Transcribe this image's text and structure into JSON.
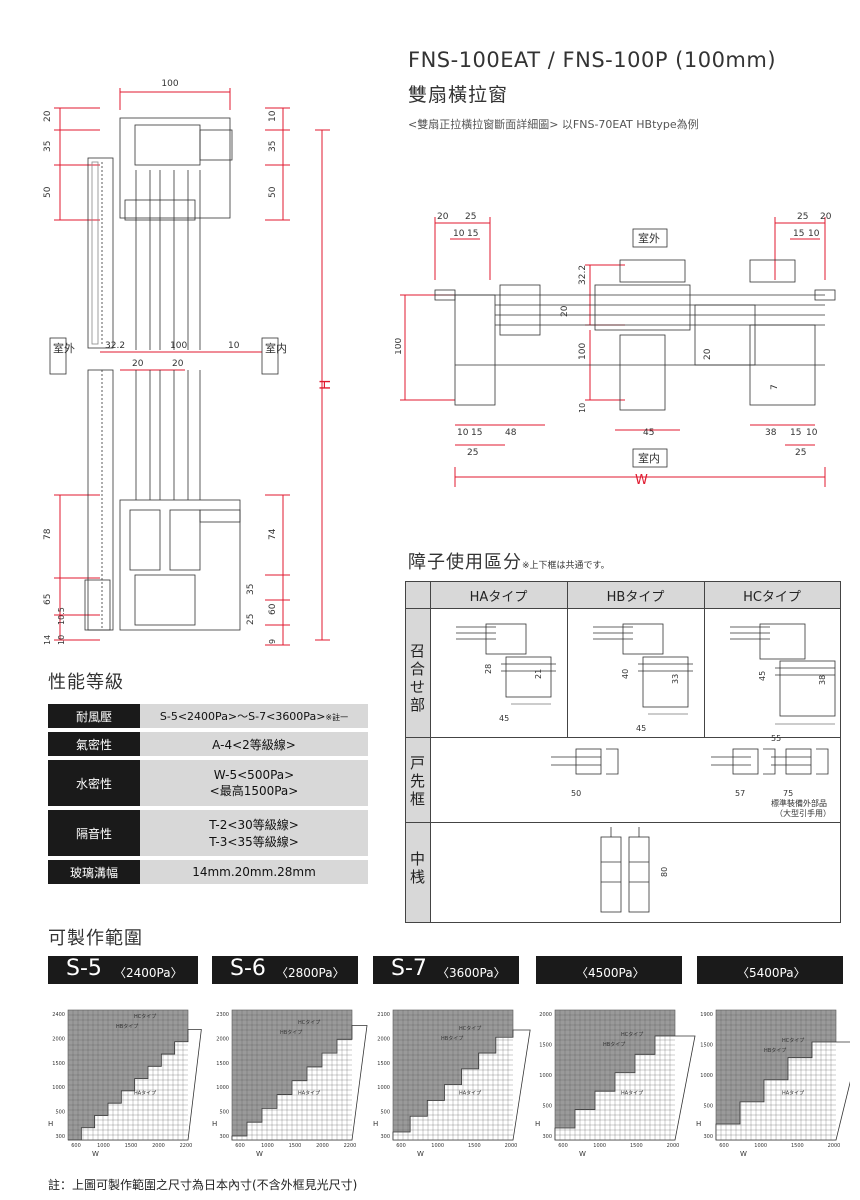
{
  "header": {
    "title": "FNS-100EAT / FNS-100P (100mm)",
    "subtitle": "雙扇橫拉窗",
    "caption": "<雙扇正拉橫拉窗斷面詳細圖> 以FNS-70EAT HBtype為例"
  },
  "section_drawing": {
    "dims_top": [
      "100"
    ],
    "dims_left": [
      "20",
      "35",
      "50"
    ],
    "dims_right": [
      "10",
      "35",
      "50"
    ],
    "mid_dims": [
      "32.2",
      "100",
      "10",
      "20",
      "20"
    ],
    "dims_bottom_left": [
      "78",
      "65",
      "10.5",
      "14",
      "10"
    ],
    "dims_bottom_right": [
      "74",
      "35",
      "60",
      "25",
      "9"
    ],
    "label_outside": "室外",
    "label_inside": "室内",
    "label_h": "H"
  },
  "plan_drawing": {
    "top_left_dims": [
      "20",
      "25",
      "10",
      "15"
    ],
    "top_right_dims": [
      "25",
      "20",
      "15",
      "10"
    ],
    "label_outside": "室外",
    "label_inside": "室内",
    "side_dims": [
      "100",
      "32.2",
      "20",
      "100",
      "20",
      "10",
      "7"
    ],
    "bottom_left_dims": [
      "10",
      "15",
      "48",
      "25"
    ],
    "bottom_mid_dim": "45",
    "bottom_right_dims": [
      "38",
      "15",
      "10",
      "25"
    ],
    "label_w": "W"
  },
  "performance": {
    "heading": "性能等級",
    "rows": [
      {
        "label": "耐風壓",
        "value": "S-5<2400Pa>～S-7<3600Pa>",
        "note": "※註一"
      },
      {
        "label": "氣密性",
        "value": "A-4<2等級線>"
      },
      {
        "label": "水密性",
        "value": "W-5<500Pa>",
        "value2": "<最高1500Pa>"
      },
      {
        "label": "隔音性",
        "value": "T-2<30等級線>",
        "value2": "T-3<35等級線>"
      },
      {
        "label": "玻璃溝幅",
        "value": "14mm.20mm.28mm"
      }
    ]
  },
  "mullion": {
    "heading": "障子使用區分",
    "heading_note": "※上下框は共通です。",
    "columns": [
      "HAタイプ",
      "HBタイプ",
      "HCタイプ"
    ],
    "rows": [
      "召合せ部",
      "戸先框",
      "中桟"
    ],
    "dims": {
      "ha": [
        "28",
        "21",
        "45"
      ],
      "hb": [
        "40",
        "33",
        "45"
      ],
      "hc": [
        "45",
        "38",
        "55"
      ],
      "door_a": "50",
      "door_b": [
        "57",
        "75"
      ],
      "door_note": "標準裝備外部品",
      "door_note2": "（大型引手用）",
      "middle": "80"
    }
  },
  "range": {
    "heading": "可製作範圍",
    "charts": [
      {
        "grade": "S-5",
        "pressure": "〈2400Pa〉",
        "yticks": [
          "2400",
          "2000",
          "1500",
          "1000",
          "500",
          "300"
        ],
        "xticks": [
          "600",
          "1000",
          "1500",
          "2000",
          "2200"
        ],
        "labels": [
          "HCタイプ",
          "HBタイプ",
          "HAタイプ"
        ]
      },
      {
        "grade": "S-6",
        "pressure": "〈2800Pa〉",
        "yticks": [
          "2300",
          "2000",
          "1500",
          "1000",
          "500",
          "300"
        ],
        "xticks": [
          "600",
          "1000",
          "1500",
          "2000",
          "2200"
        ],
        "labels": [
          "HCタイプ",
          "HBタイプ",
          "HAタイプ"
        ]
      },
      {
        "grade": "S-7",
        "pressure": "〈3600Pa〉",
        "yticks": [
          "2100",
          "2000",
          "1500",
          "1000",
          "500",
          "300"
        ],
        "xticks": [
          "600",
          "1000",
          "1500",
          "2000"
        ],
        "labels": [
          "HCタイプ",
          "HBタイプ",
          "HAタイプ"
        ]
      },
      {
        "grade": "",
        "pressure": "〈4500Pa〉",
        "yticks": [
          "2000",
          "1500",
          "1000",
          "500",
          "300"
        ],
        "xticks": [
          "600",
          "1000",
          "1500",
          "2000"
        ],
        "labels": [
          "HCタイプ",
          "HBタイプ",
          "HAタイプ"
        ]
      },
      {
        "grade": "",
        "pressure": "〈5400Pa〉",
        "yticks": [
          "1900",
          "1500",
          "1000",
          "500",
          "300"
        ],
        "xticks": [
          "600",
          "1000",
          "1500",
          "2000"
        ],
        "labels": [
          "HCタイプ",
          "HBタイプ",
          "HAタイプ"
        ]
      }
    ],
    "axis_h": "H",
    "axis_w": "W"
  },
  "footnote": "註：上圖可製作範圍之尺寸為日本內寸(不含外框見光尺寸)",
  "colors": {
    "dim_red": "#e0192f",
    "dark": "#1a1a1a",
    "gray": "#d8d8d8",
    "pink": "#e8709a"
  }
}
